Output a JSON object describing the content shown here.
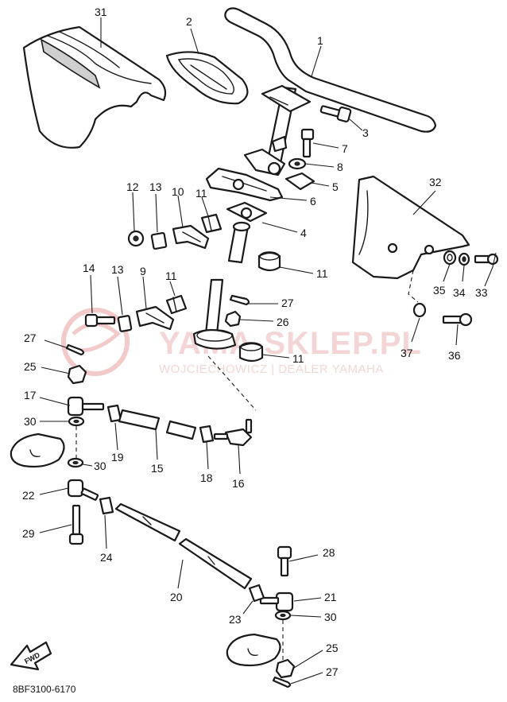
{
  "diagram": {
    "catalog_code": "8BF3100-6170",
    "fwd_label": "FWD",
    "watermark": {
      "title": "YAMA-SKLEP.PL",
      "subtitle": "WOJCIECHOWICZ | DEALER YAMAHA",
      "color": "#e8a0a0"
    },
    "callouts": [
      "1",
      "2",
      "3",
      "4",
      "5",
      "6",
      "7",
      "8",
      "9",
      "10",
      "11",
      "11",
      "11",
      "11",
      "12",
      "13",
      "13",
      "14",
      "15",
      "16",
      "17",
      "18",
      "19",
      "20",
      "21",
      "22",
      "23",
      "24",
      "25",
      "25",
      "26",
      "27",
      "27",
      "27",
      "28",
      "29",
      "30",
      "30",
      "30",
      "31",
      "32",
      "33",
      "34",
      "35",
      "36",
      "37"
    ]
  }
}
